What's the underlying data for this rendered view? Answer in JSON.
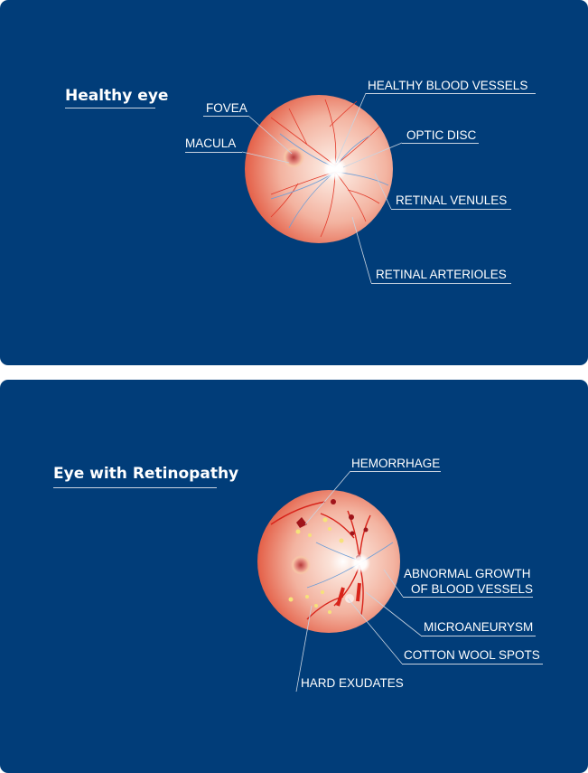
{
  "healthy": {
    "title": "Healthy eye",
    "labels": {
      "fovea": "FOVEA",
      "macula": "MACULA",
      "vessels": "HEALTHY BLOOD VESSELS",
      "optic_disc": "OPTIC DISC",
      "venules": "RETINAL VENULES",
      "arterioles": "RETINAL ARTERIOLES"
    }
  },
  "retinopathy": {
    "title": "Eye with Retinopathy",
    "labels": {
      "hemorrhage": "HEMORRHAGE",
      "abnormal_1": "ABNORMAL GROWTH",
      "abnormal_2": "OF BLOOD VESSELS",
      "microaneurysm": "MICROANEURYSM",
      "cotton": "COTTON WOOL SPOTS",
      "exudates": "HARD EXUDATES"
    }
  },
  "colors": {
    "panel": "#013d79",
    "retina": "#e9705a",
    "artery": "#e23a2a",
    "vein": "#6f9ed6",
    "exudate": "#f6e27a"
  }
}
